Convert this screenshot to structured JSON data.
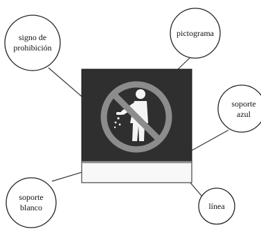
{
  "callouts": {
    "signo_prohibicion": {
      "line1": "signo de",
      "line2": "prohibición"
    },
    "pictograma": {
      "text": "pictograma"
    },
    "soporte_azul": {
      "line1": "soporte",
      "line2": "azul"
    },
    "linea": {
      "text": "línea"
    },
    "soporte_blanco": {
      "line1": "soporte",
      "line2": "blanco"
    }
  },
  "colors": {
    "blue_panel": "#2f2f2f",
    "prohibition": "#8c8c8c",
    "pictogram": "#f4f4f4",
    "white_panel": "#f8f8f8"
  },
  "icons": {
    "prohibition": "prohibition-circle-icon",
    "pictogram": "person-littering-icon"
  }
}
